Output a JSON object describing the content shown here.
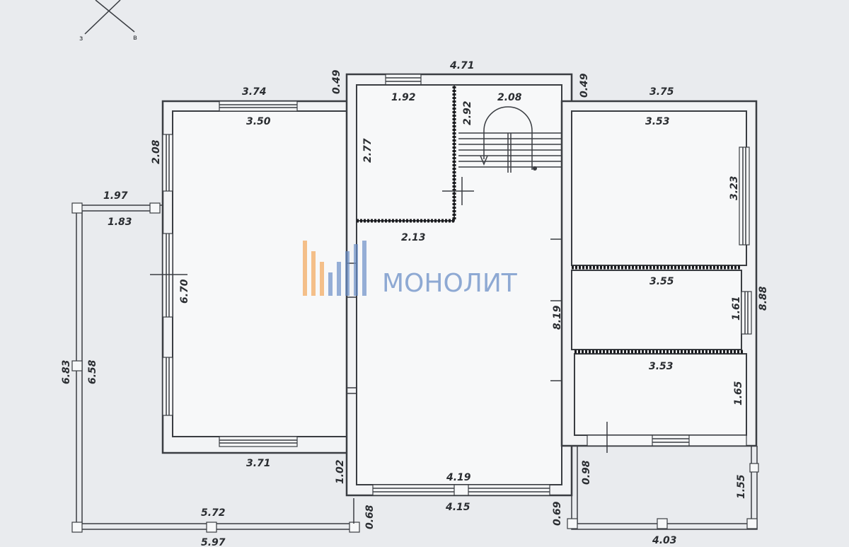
{
  "compass": {
    "west": "з",
    "east": "в"
  },
  "dimensions": {
    "top_left_outer": "3.74",
    "top_left_inner": "3.50",
    "left_wall_window": "2.08",
    "wall_049_left": "0.49",
    "center_top": "4.71",
    "wall_049_right": "0.49",
    "right_top_outer": "3.75",
    "small_room_width": "1.92",
    "small_room_height": "2.77",
    "stair_wall": "2.92",
    "stair_width": "2.08",
    "right_room1_width": "3.53",
    "right_room1_height": "3.23",
    "terrace_outer_top": "1.97",
    "terrace_inner_top": "1.83",
    "corridor_width": "2.13",
    "big_room_height": "6.70",
    "logo": "МОНОЛИТ",
    "right_room2_width": "3.55",
    "right_room2_height": "1.61",
    "total_right_height": "8.88",
    "hall_height": "8.19",
    "right_room3_width": "3.53",
    "right_room3_height": "1.65",
    "terrace_outer_height": "6.83",
    "terrace_inner_height": "6.58",
    "big_room_bottom": "3.71",
    "left_step": "1.02",
    "hall_bottom_inner": "4.19",
    "hall_bottom_outer": "4.15",
    "porch_step": "0.98",
    "porch_height": "1.55",
    "terrace_bottom_inner": "5.72",
    "bottom_left_068": "0.68",
    "bottom_right_069": "0.69",
    "porch_width": "4.03",
    "terrace_bottom_outer": "5.97"
  },
  "colors": {
    "background": "#e9ebee",
    "lines": "#3a3d42",
    "logo_orange": "#f2a65a",
    "logo_blue": "#6b8fc7"
  }
}
